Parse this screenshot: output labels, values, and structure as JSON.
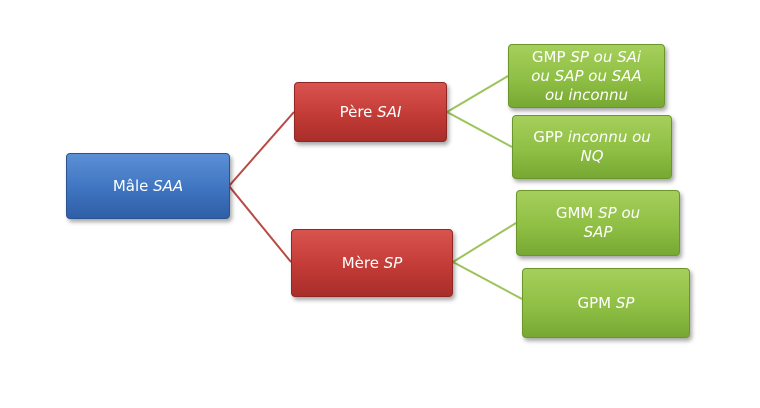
{
  "colors": {
    "root": "#4679c6",
    "parent": "#c93d38",
    "grandparent": "#96c24a",
    "connector_red": "#b84a45",
    "connector_green": "#9cc45a"
  },
  "root": {
    "plain": "Mâle ",
    "italic": "SAA"
  },
  "father": {
    "plain": "Père ",
    "italic": "SAI"
  },
  "mother": {
    "plain": "Mère ",
    "italic": "SP"
  },
  "gmp": {
    "plain": "GMP ",
    "italic": "SP ou SAi\nou SAP ou SAA\nou inconnu"
  },
  "gpp": {
    "plain": "GPP ",
    "italic": "inconnu ou\nNQ"
  },
  "gmm": {
    "plain": "GMM ",
    "italic": "SP ou\nSAP"
  },
  "gpm": {
    "plain": "GPM ",
    "italic": "SP"
  }
}
